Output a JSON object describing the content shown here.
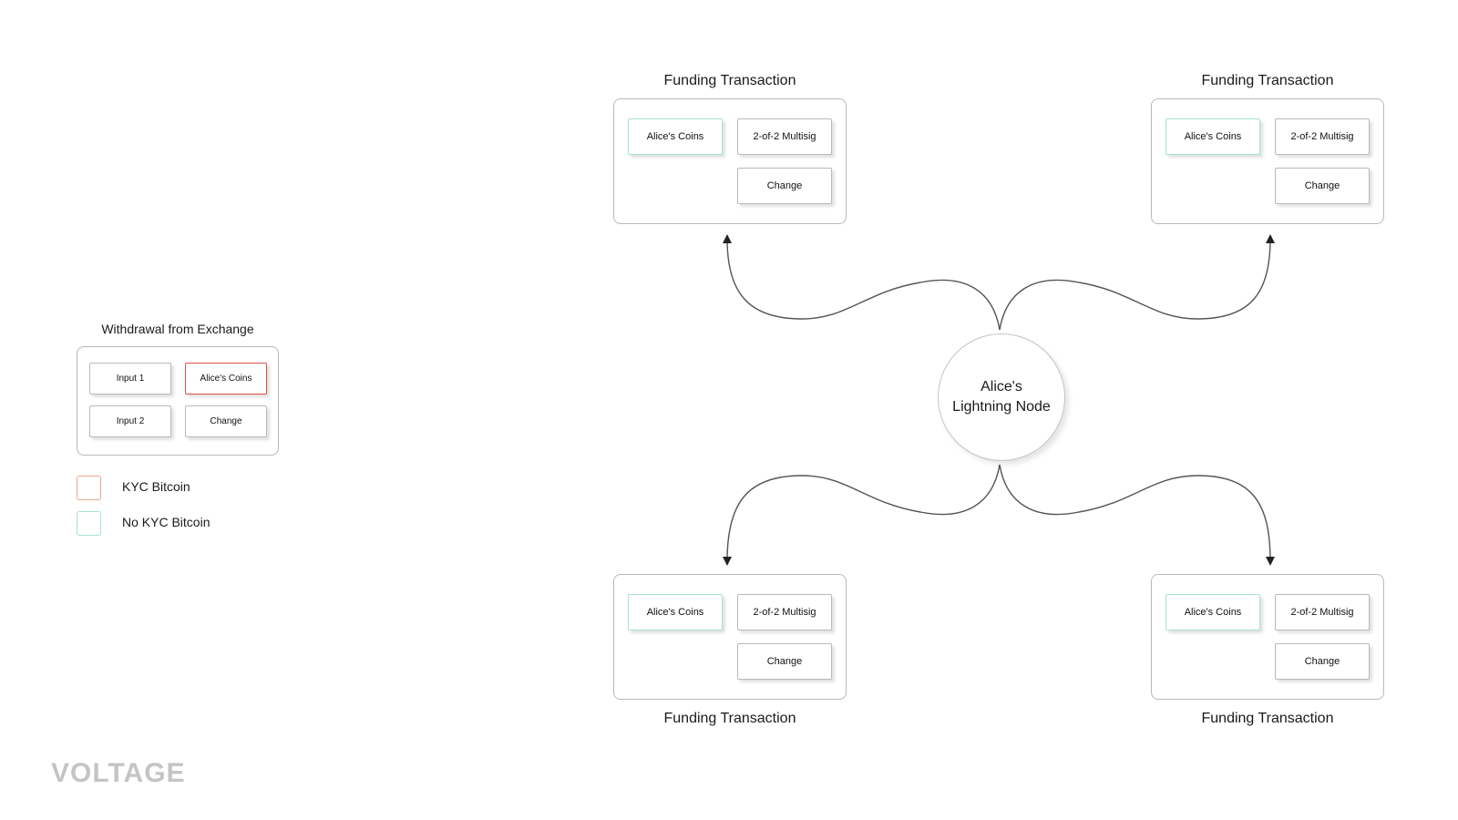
{
  "exchange": {
    "title": "Withdrawal from Exchange",
    "boxes": {
      "input1": "Input 1",
      "alice": "Alice's Coins",
      "input2": "Input 2",
      "change": "Change"
    }
  },
  "legend": {
    "kyc": {
      "label": "KYC Bitcoin",
      "color": "#e8a792"
    },
    "nokyc": {
      "label": "No KYC Bitcoin",
      "color": "#a4e3d6"
    }
  },
  "node": {
    "line1": "Alice's",
    "line2": "Lightning Node"
  },
  "funding": [
    {
      "title": "Funding Transaction",
      "alice": "Alice's Coins",
      "multisig": "2-of-2 Multisig",
      "change": "Change"
    },
    {
      "title": "Funding Transaction",
      "alice": "Alice's Coins",
      "multisig": "2-of-2 Multisig",
      "change": "Change"
    },
    {
      "title": "Funding Transaction",
      "alice": "Alice's Coins",
      "multisig": "2-of-2 Multisig",
      "change": "Change"
    },
    {
      "title": "Funding Transaction",
      "alice": "Alice's Coins",
      "multisig": "2-of-2 Multisig",
      "change": "Change"
    }
  ],
  "logo": "VOLTAGE",
  "colors": {
    "kyc_border": "#d9534a",
    "nokyc_border": "#a4e3d6",
    "connector": "#555555"
  }
}
